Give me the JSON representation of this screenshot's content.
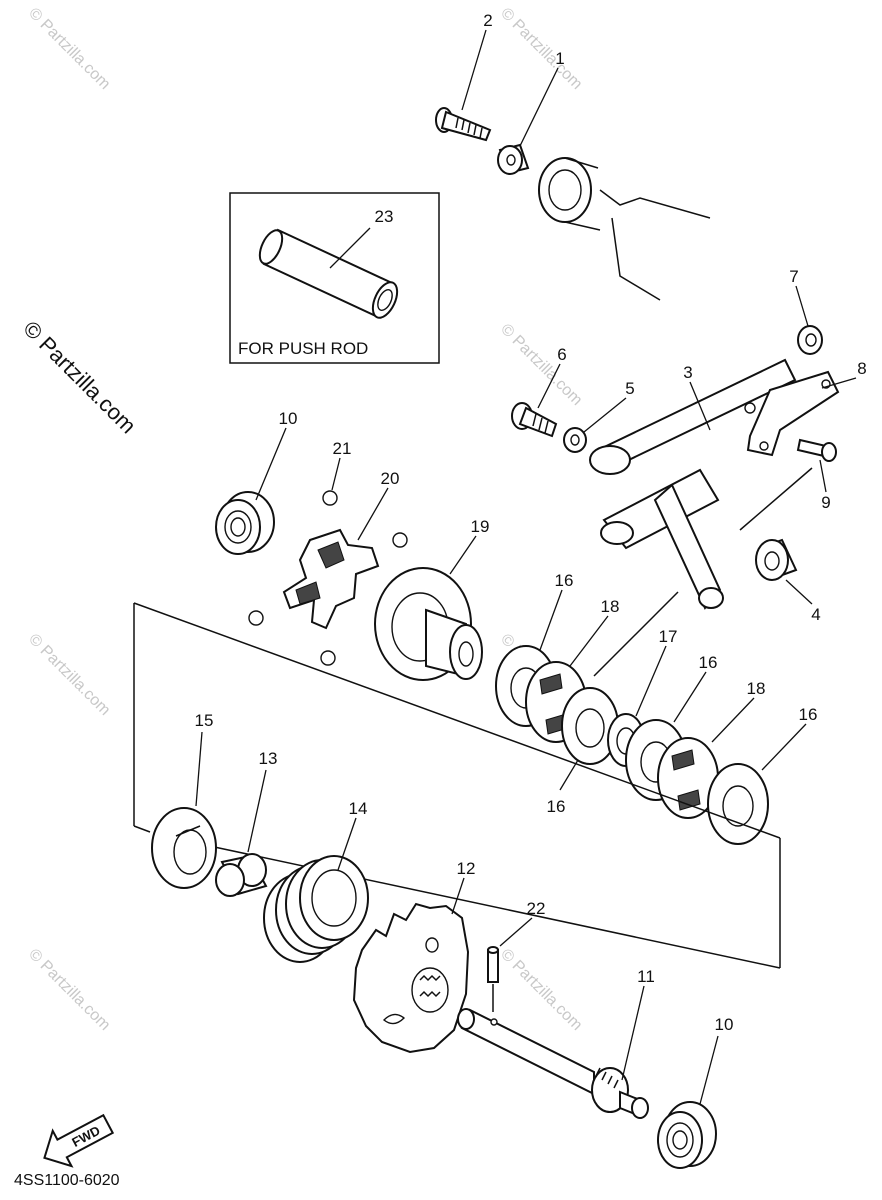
{
  "watermark_side": "© Partzilla.com",
  "watermark_faint": "© Partzilla.com",
  "inset_label": "FOR PUSH ROD",
  "diagram_code": "4SS1100-6020",
  "fwd_label": "FWD",
  "callouts": {
    "c1": "1",
    "c2": "2",
    "c3": "3",
    "c4": "4",
    "c5": "5",
    "c6": "6",
    "c7": "7",
    "c8": "8",
    "c9": "9",
    "c10a": "10",
    "c10b": "10",
    "c11": "11",
    "c12": "12",
    "c13": "13",
    "c14": "14",
    "c15": "15",
    "c16a": "16",
    "c16b": "16",
    "c16c": "16",
    "c16d": "16",
    "c17": "17",
    "c18a": "18",
    "c18b": "18",
    "c19": "19",
    "c20": "20",
    "c21": "21",
    "c22": "22",
    "c23": "23"
  }
}
